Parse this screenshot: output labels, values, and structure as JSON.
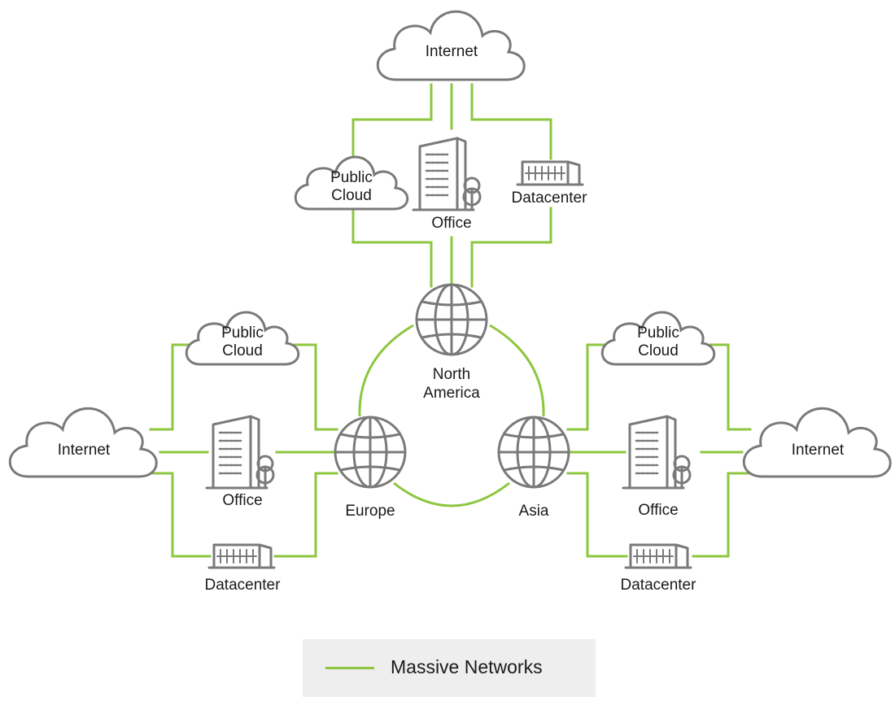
{
  "colors": {
    "link": "#8dc63f",
    "icon": "#7a7a7a",
    "legend_bg": "#eeeeee"
  },
  "diagram": {
    "hubs": {
      "north_america": [
        "North",
        "America"
      ],
      "europe": "Europe",
      "asia": "Asia"
    },
    "north_america_sites": {
      "internet": "Internet",
      "public_cloud": [
        "Public",
        "Cloud"
      ],
      "office": "Office",
      "datacenter": "Datacenter"
    },
    "europe_sites": {
      "internet": "Internet",
      "public_cloud": [
        "Public",
        "Cloud"
      ],
      "office": "Office",
      "datacenter": "Datacenter"
    },
    "asia_sites": {
      "internet": "Internet",
      "public_cloud": [
        "Public",
        "Cloud"
      ],
      "office": "Office",
      "datacenter": "Datacenter"
    }
  },
  "legend": {
    "label": "Massive Networks",
    "icon": "green-line"
  }
}
